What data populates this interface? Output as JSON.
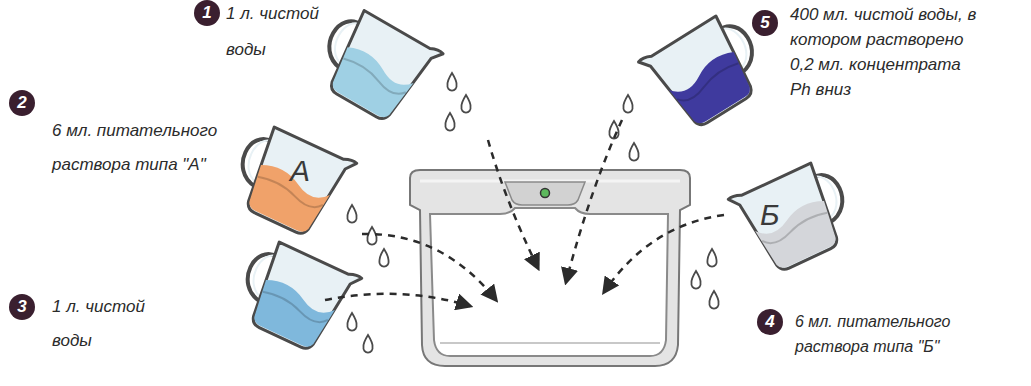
{
  "diagram": {
    "nodes": [
      {
        "text": [
          "А"
        ]
      },
      {
        "text": [
          "Б"
        ]
      }
    ],
    "labels": [
      "1",
      "1 л. чистой воды",
      "2",
      "6 мл. питательного раствора типа \"А\"",
      "3",
      "1 л. чистой воды",
      "4",
      "6 мл. питательного раствора типа \"Б\"",
      "5",
      "400 мл. чистой воды, в котором растворено 0,2 мл. концентрата Ph вниз"
    ]
  }
}
